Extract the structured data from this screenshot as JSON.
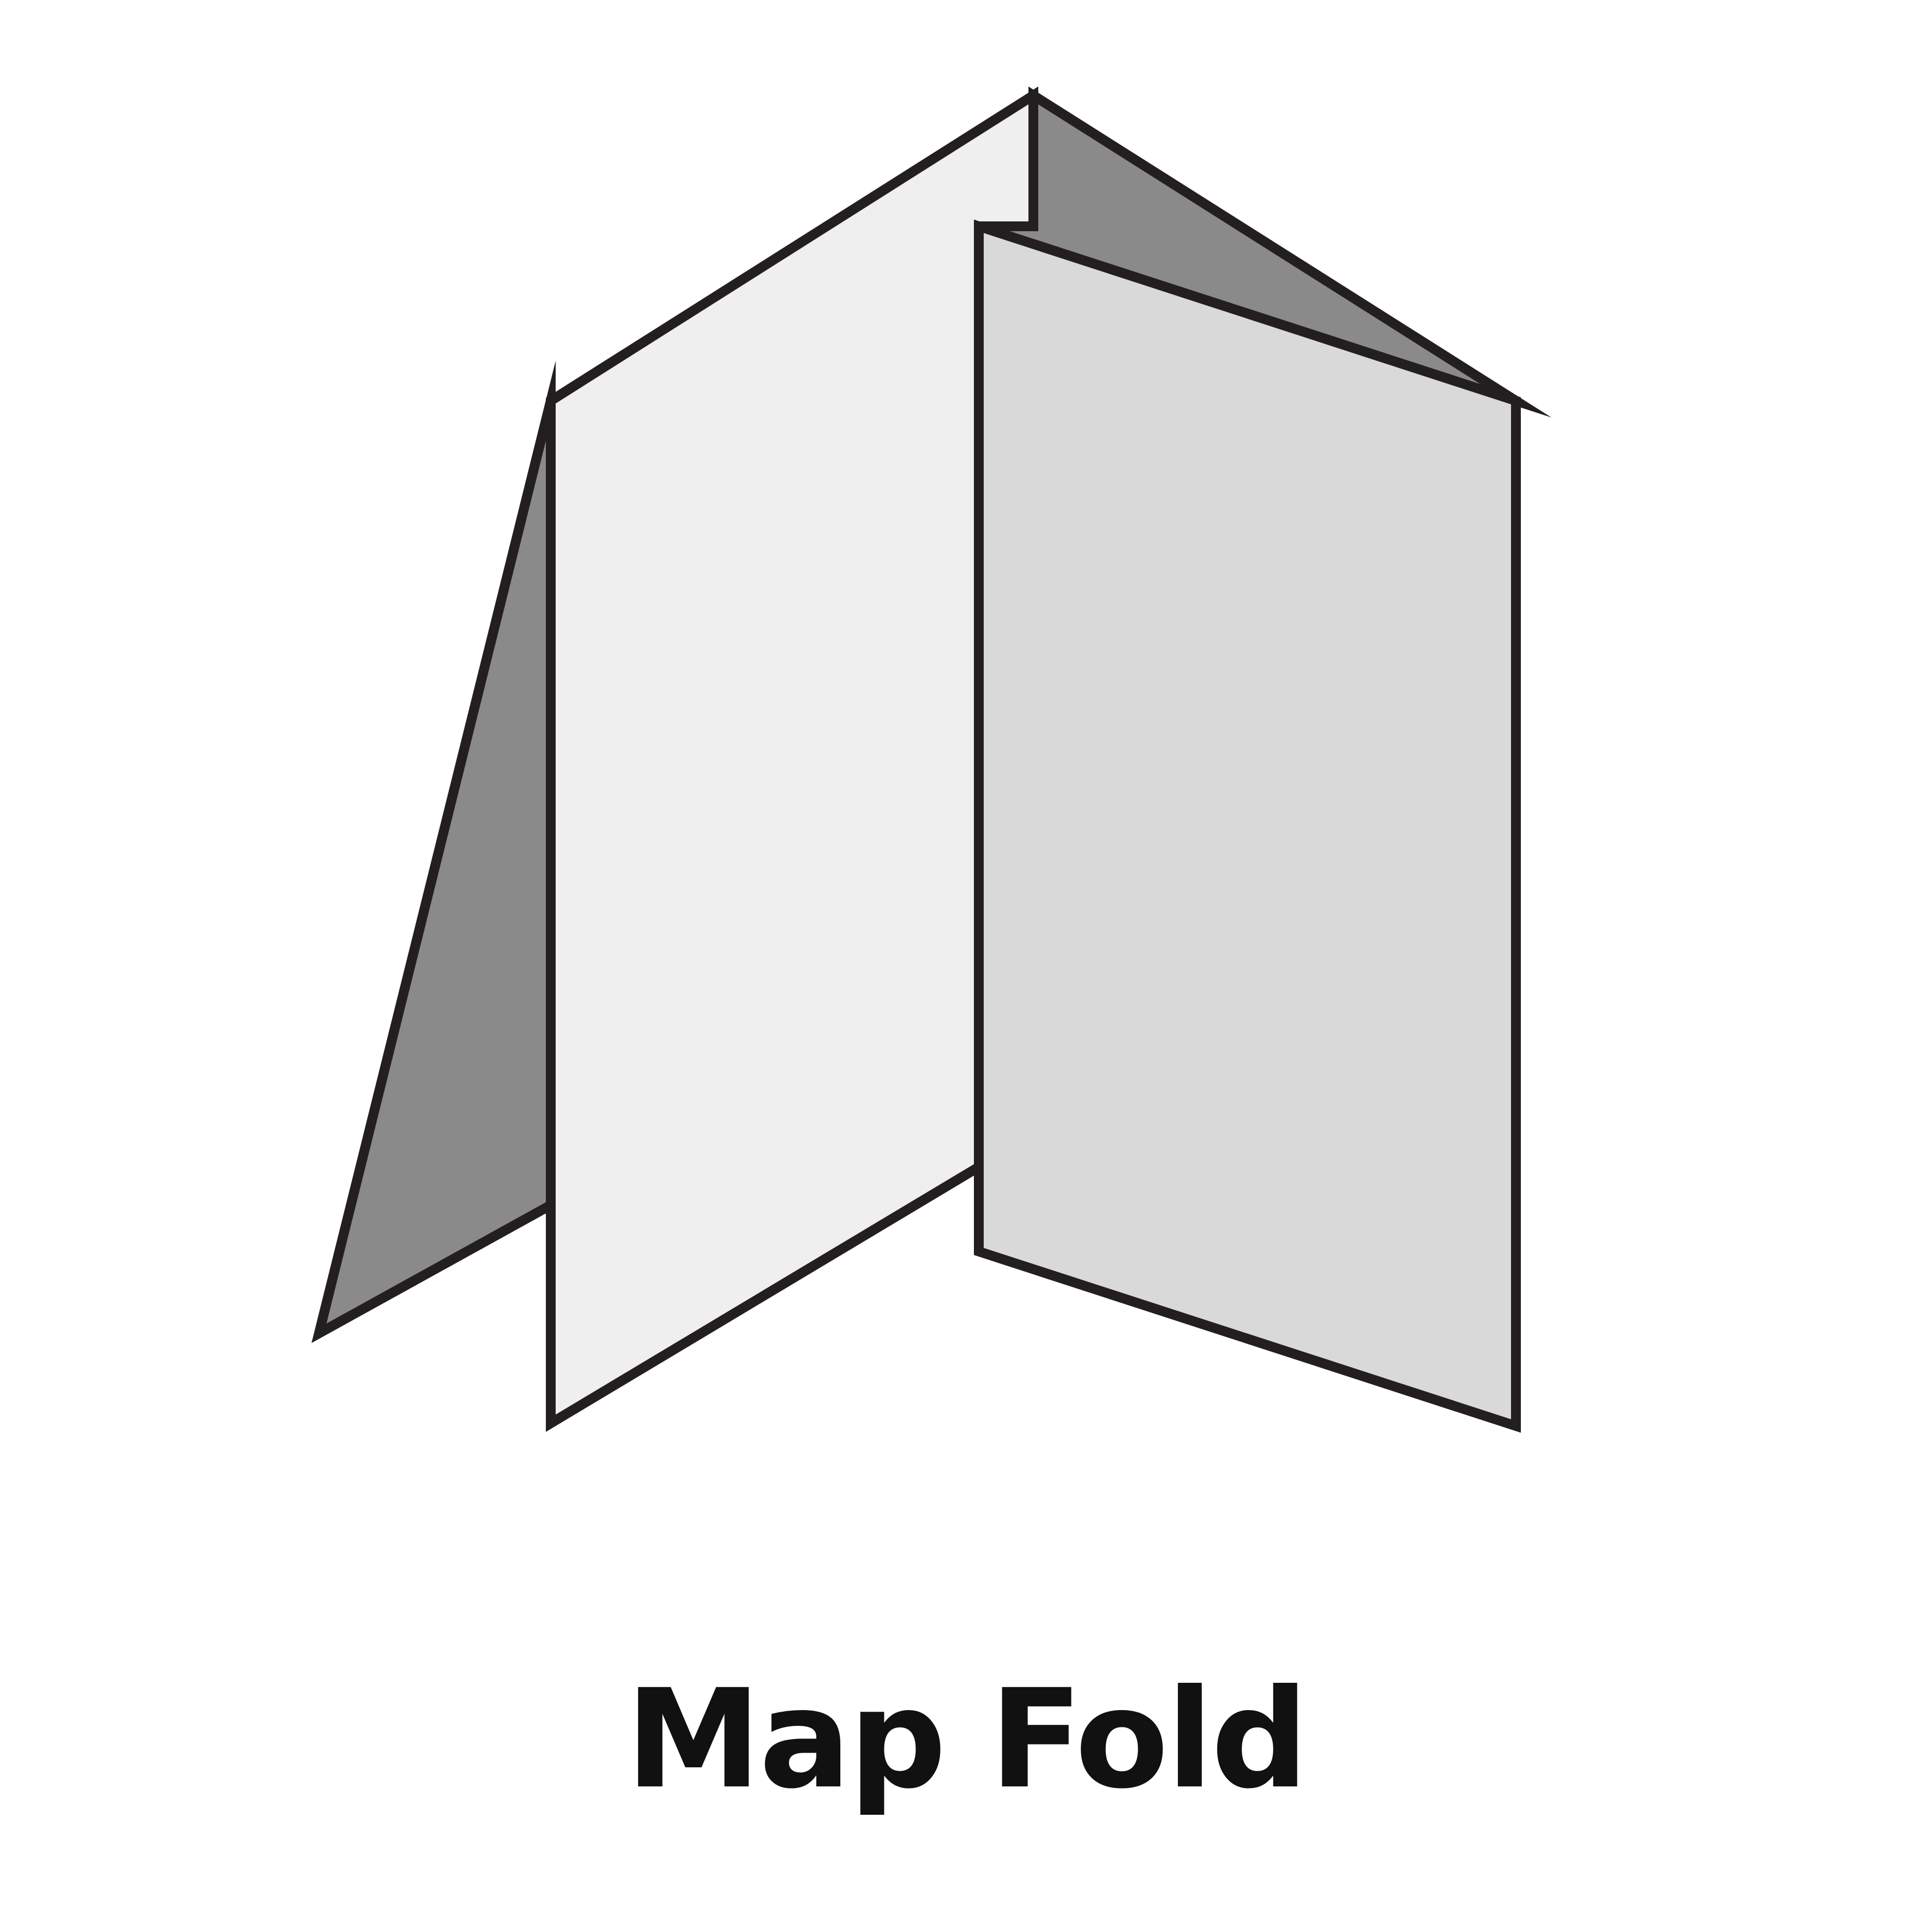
{
  "caption": "Map Fold",
  "colors": {
    "outline": "#231f20",
    "shadow_panel": "#8a8a8a",
    "light_panel": "#efefef",
    "mid_panel": "#d9d9d9",
    "background": "#ffffff"
  },
  "panels": [
    {
      "name": "left-back-panel",
      "shade": "shadow_panel"
    },
    {
      "name": "top-right-back-panel",
      "shade": "shadow_panel"
    },
    {
      "name": "center-front-panel",
      "shade": "light_panel"
    },
    {
      "name": "right-front-panel",
      "shade": "mid_panel"
    }
  ]
}
